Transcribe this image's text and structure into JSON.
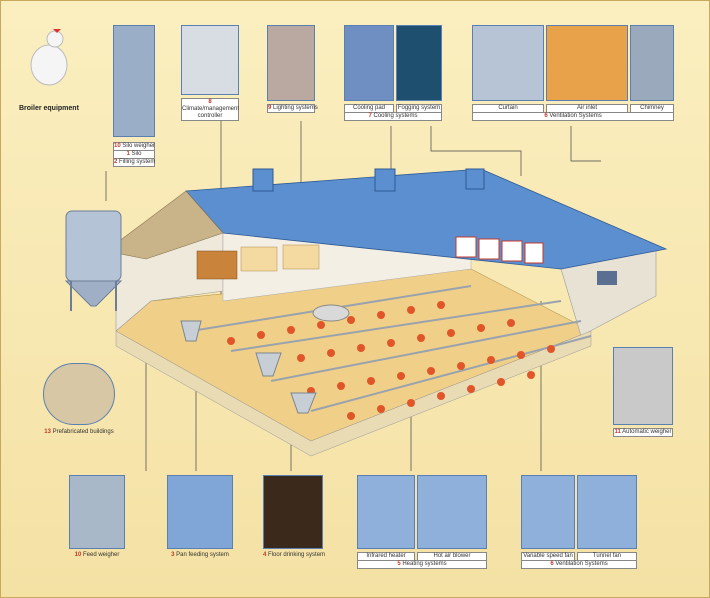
{
  "title": "Broiler equipment",
  "labels": {
    "silo_weigher": {
      "num": "10",
      "text": "Silo weigher"
    },
    "silo": {
      "num": "1",
      "text": "Silo"
    },
    "filling": {
      "num": "2",
      "text": "Filling system"
    },
    "climate": {
      "num": "8",
      "text": "Climate/management controller"
    },
    "lighting": {
      "num": "9",
      "text": "Lighting systems"
    },
    "cooling_pad": "Cooling pad",
    "fogging": "Fogging system",
    "cooling": {
      "num": "7",
      "text": "Cooling systems"
    },
    "curtain": "Curtain",
    "air_inlet": "Air inlet",
    "chimney": "Chimney",
    "ventilation_top": {
      "num": "6",
      "text": "Ventilation Systems"
    },
    "prefab": {
      "num": "13",
      "text": "Prefabricated buildings"
    },
    "auto_weigher": {
      "num": "11",
      "text": "Automatic weigher"
    },
    "feed_weigher": {
      "num": "10",
      "text": "Feed weigher"
    },
    "pan_feeding": {
      "num": "3",
      "text": "Pan feeding system"
    },
    "floor_drinking": {
      "num": "4",
      "text": "Floor drinking system"
    },
    "infrared": "Infrared heater",
    "hot_air": "Hot air blower",
    "heating": {
      "num": "5",
      "text": "Heating systems"
    },
    "variable_fan": "Variable speed fan",
    "tunnel_fan": "Tunnel fan",
    "ventilation_bottom": {
      "num": "6",
      "text": "Ventilation Systems"
    }
  },
  "colors": {
    "bg": "#f6e7b0",
    "roof": "#5b8fd0",
    "wall": "#efe9dc",
    "floor": "#f0d089",
    "pan": "#e0552a",
    "accent": "#c0392b"
  }
}
